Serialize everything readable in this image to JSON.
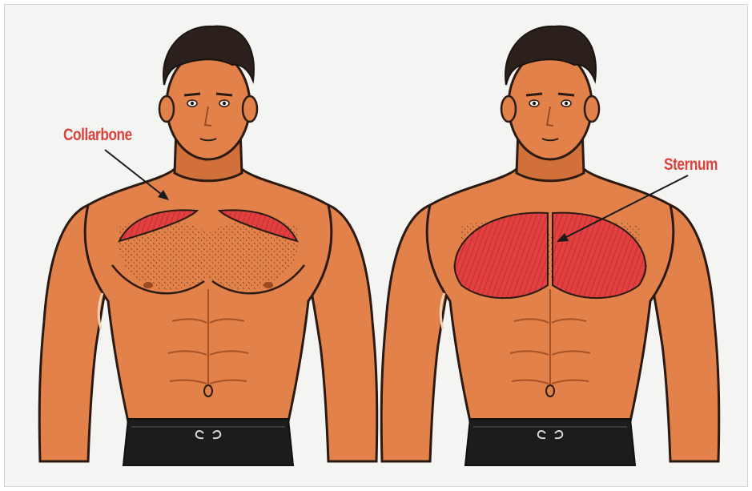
{
  "figures": [
    {
      "name": "upper-chest-figure",
      "highlight": "upper-chest"
    },
    {
      "name": "full-chest-figure",
      "highlight": "full-chest"
    }
  ],
  "callouts": {
    "collarbone": {
      "label": "Collarbone"
    },
    "sternum": {
      "label": "Sternum"
    }
  },
  "colors": {
    "skin": "#e2824a",
    "skin_shade": "#c8632f",
    "outline": "#2a1a12",
    "hair": "#2b201c",
    "muscle": "#e0403f",
    "muscle_fiber": "#b81f25",
    "shorts": "#1c1c1c",
    "label": "#d9433e",
    "arrow": "#1a1a1a",
    "background": "#f4f4f3"
  }
}
